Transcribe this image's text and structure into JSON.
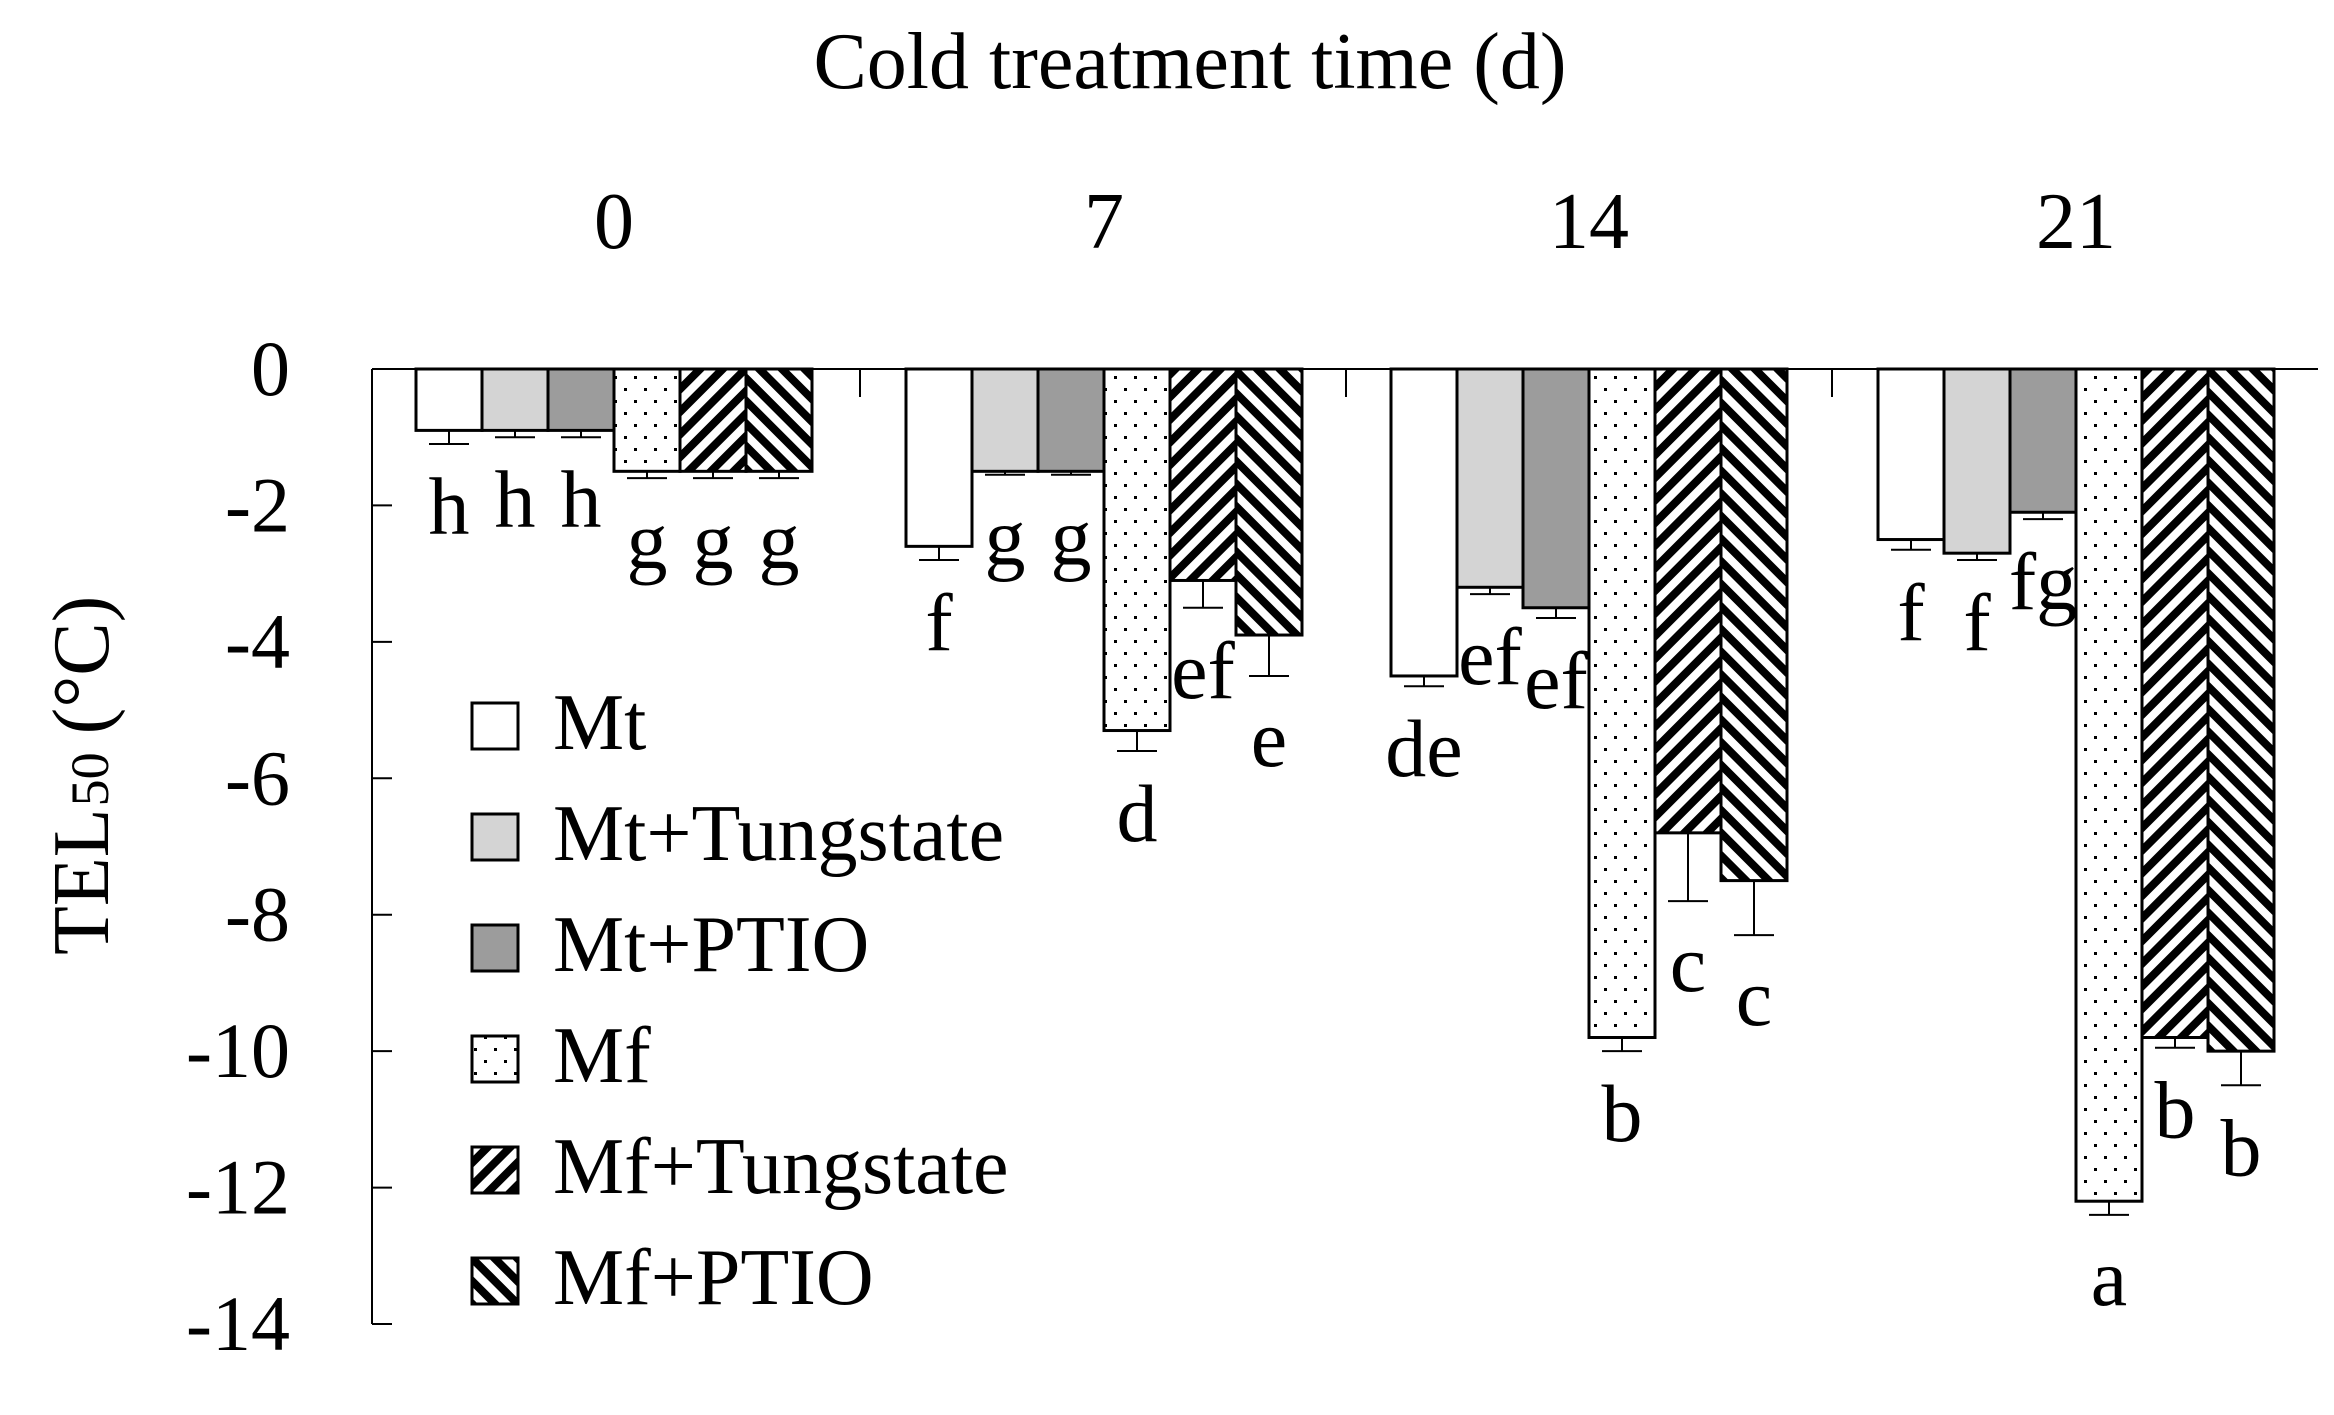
{
  "chart_data": {
    "type": "bar",
    "title": "",
    "xlabel": "Cold treatment time (d)",
    "ylabel_main": "TEL",
    "ylabel_sub": "50",
    "ylabel_unit": "(°C)",
    "ylim": [
      -14,
      0
    ],
    "yticks": [
      "0",
      "-2",
      "-4",
      "-6",
      "-8",
      "-10",
      "-12",
      "-14"
    ],
    "categories": [
      "0",
      "7",
      "14",
      "21"
    ],
    "legend_position": "left",
    "series": [
      {
        "name": "Mt",
        "pattern": "white",
        "values": [
          -0.9,
          -2.6,
          -4.5,
          -2.5
        ],
        "errors": [
          0.2,
          0.2,
          0.15,
          0.15
        ],
        "letters": [
          "h",
          "f",
          "de",
          "f"
        ]
      },
      {
        "name": "Mt+Tungstate",
        "pattern": "light-gray",
        "values": [
          -0.9,
          -1.5,
          -3.2,
          -2.7
        ],
        "errors": [
          0.1,
          0.05,
          0.1,
          0.1
        ],
        "letters": [
          "h",
          "g",
          "ef",
          "f"
        ]
      },
      {
        "name": "Mt+PTIO",
        "pattern": "dark-gray",
        "values": [
          -0.9,
          -1.5,
          -3.5,
          -2.1
        ],
        "errors": [
          0.1,
          0.05,
          0.15,
          0.1
        ],
        "letters": [
          "h",
          "g",
          "ef",
          "fg"
        ]
      },
      {
        "name": "Mf",
        "pattern": "dots",
        "values": [
          -1.5,
          -5.3,
          -9.8,
          -12.2
        ],
        "errors": [
          0.1,
          0.3,
          0.2,
          0.2
        ],
        "letters": [
          "g",
          "d",
          "b",
          "a"
        ]
      },
      {
        "name": "Mf+Tungstate",
        "pattern": "diagonal",
        "values": [
          -1.5,
          -3.1,
          -6.8,
          -9.8
        ],
        "errors": [
          0.1,
          0.4,
          1.0,
          0.15
        ],
        "letters": [
          "g",
          "ef",
          "c",
          "b"
        ]
      },
      {
        "name": "Mf+PTIO",
        "pattern": "diagonal-reverse",
        "values": [
          -1.5,
          -3.9,
          -7.5,
          -10.0
        ],
        "errors": [
          0.1,
          0.6,
          0.8,
          0.5
        ],
        "letters": [
          "g",
          "e",
          "c",
          "b"
        ]
      }
    ]
  }
}
